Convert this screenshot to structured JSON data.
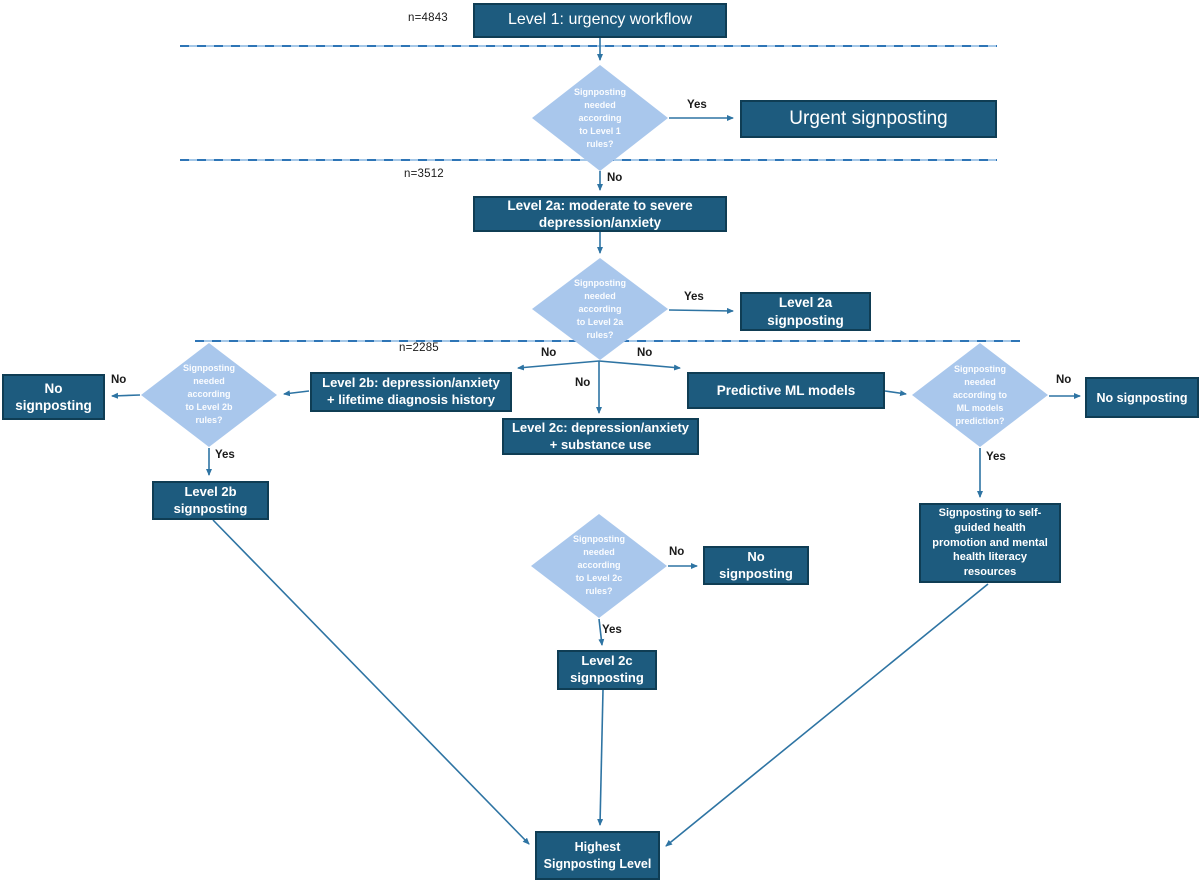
{
  "colors": {
    "background": "#ffffff",
    "box_fill": "#1d5b7e",
    "box_border": "#0f3d54",
    "diamond_fill": "#a9c7ec",
    "arrow": "#2e74a3",
    "dashed_dark": "#2e75b6",
    "dashed_light": "#a5c8e8",
    "box_text": "#ffffff",
    "label_text": "#1a1a1a"
  },
  "counts": {
    "level1": "n=4843",
    "level2a": "n=3512",
    "level2bc": "n=2285"
  },
  "labels": {
    "yes": "Yes",
    "no": "No"
  },
  "boxes": {
    "level1": "Level 1: urgency workflow",
    "urgent": "Urgent signposting",
    "level2a": "Level 2a: moderate to severe depression/anxiety",
    "level2a_sign": "Level 2a signposting",
    "no_sign_left": "No signposting",
    "level2b": "Level 2b: depression/anxiety + lifetime diagnosis history",
    "predictive": "Predictive ML models",
    "no_sign_right": "No signposting",
    "level2c": "Level 2c: depression/anxiety + substance use",
    "level2b_sign": "Level 2b signposting",
    "self_guided": "Signposting to  self-guided health promotion and mental health literacy resources",
    "no_sign_mid": "No signposting",
    "level2c_sign": "Level 2c signposting",
    "highest": "Highest Signposting Level"
  },
  "diamonds": {
    "level1": {
      "lines": [
        "Signposting",
        "needed",
        "according",
        "to Level 1",
        "rules?"
      ]
    },
    "level2a": {
      "lines": [
        "Signposting",
        "needed",
        "according",
        "to Level 2a",
        "rules?"
      ]
    },
    "level2b": {
      "lines": [
        "Signposting",
        "needed",
        "according",
        "to Level 2b",
        "rules?"
      ]
    },
    "ml": {
      "lines": [
        "Signposting",
        "needed",
        "according to",
        "ML models",
        "prediction?"
      ]
    },
    "level2c": {
      "lines": [
        "Signposting",
        "needed",
        "according",
        "to Level 2c",
        "rules?"
      ]
    }
  }
}
